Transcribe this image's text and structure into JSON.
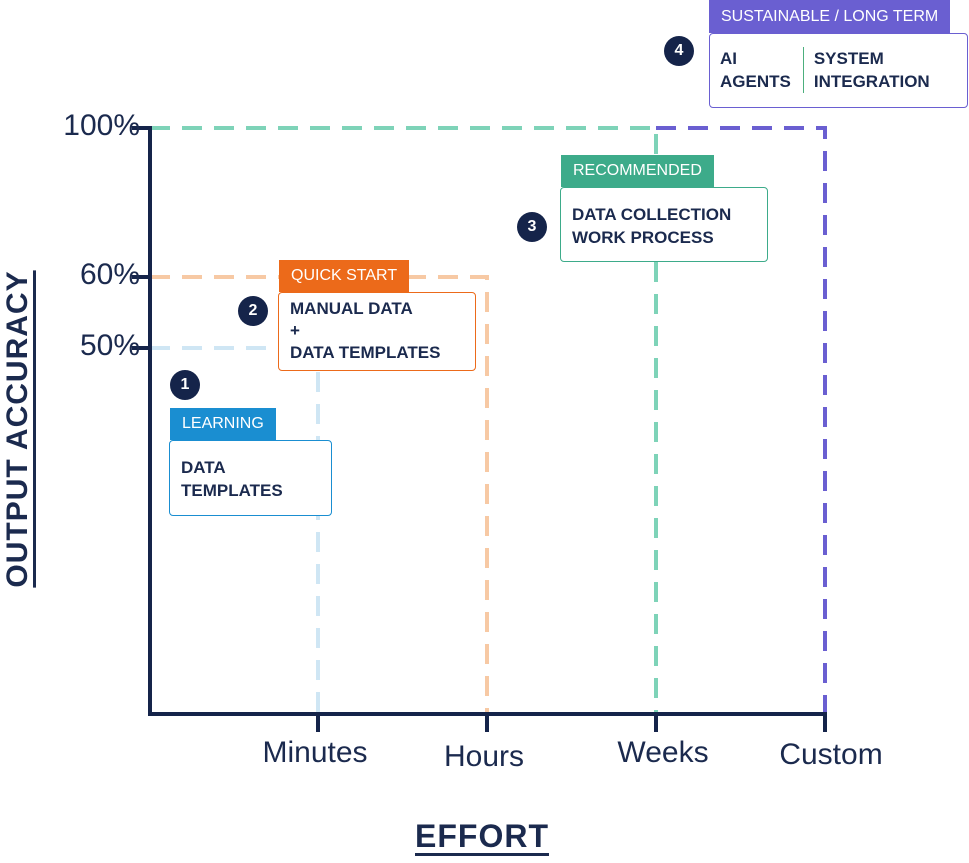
{
  "axes": {
    "ylabel": "OUTPUT ACCURACY",
    "xlabel": "EFFORT",
    "y_ticks": [
      "100%",
      "60%",
      "50%"
    ],
    "x_ticks": [
      "Minutes",
      "Hours",
      "Weeks",
      "Custom"
    ]
  },
  "stages": [
    {
      "number": "1",
      "tag": "LEARNING",
      "lines": [
        "DATA",
        "TEMPLATES"
      ],
      "effort": "Minutes",
      "accuracy_pct": 50,
      "color": "#1a8ed1"
    },
    {
      "number": "2",
      "tag": "QUICK START",
      "lines": [
        "MANUAL DATA",
        "+",
        "DATA TEMPLATES"
      ],
      "effort": "Hours",
      "accuracy_pct": 60,
      "color": "#ec6a1a"
    },
    {
      "number": "3",
      "tag": "RECOMMENDED",
      "lines": [
        "DATA COLLECTION",
        "WORK PROCESS"
      ],
      "effort": "Weeks",
      "accuracy_pct": 100,
      "color": "#3dab8a"
    },
    {
      "number": "4",
      "tag": "SUSTAINABLE / LONG TERM",
      "columns": [
        [
          "AI",
          "AGENTS"
        ],
        [
          "SYSTEM",
          "INTEGRATION"
        ]
      ],
      "effort": "Custom",
      "accuracy_pct": 100,
      "color": "#6a5fd1"
    }
  ]
}
